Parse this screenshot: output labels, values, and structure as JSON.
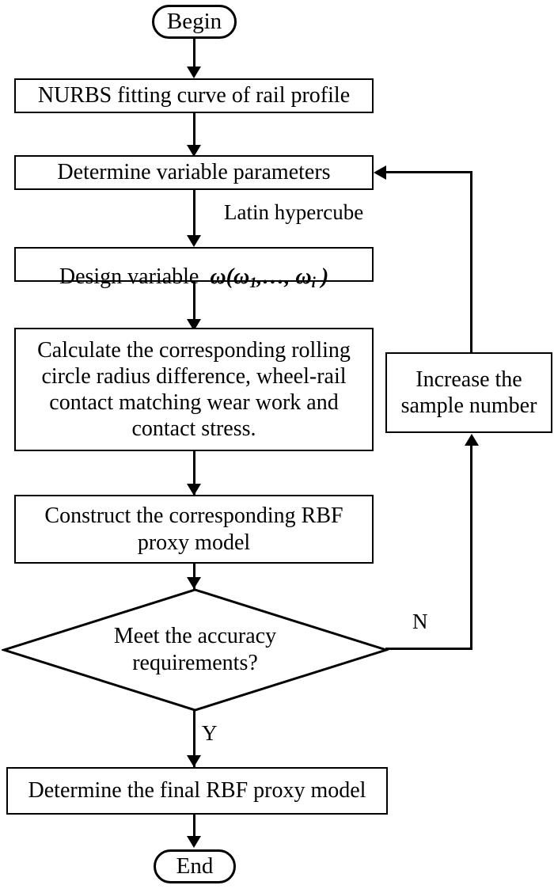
{
  "diagram": {
    "title": "RBF proxy model construction flowchart",
    "type": "flowchart",
    "stroke_color": "#000000",
    "fill_color": "#ffffff",
    "nodes": {
      "begin": {
        "label": "Begin",
        "shape": "terminal"
      },
      "nurbs": {
        "label": "NURBS fitting curve of rail profile",
        "shape": "process"
      },
      "determine_params": {
        "label": "Determine variable parameters",
        "shape": "process"
      },
      "design_variable": {
        "label_prefix": "Design variable",
        "label_math": "ω(ω1,…,ωi)",
        "shape": "process"
      },
      "calculate": {
        "label": "Calculate the corresponding rolling\ncircle radius difference, wheel-rail\ncontact matching wear work and\ncontact stress.",
        "shape": "process"
      },
      "construct_rbf": {
        "label": "Construct the corresponding RBF\nproxy model",
        "shape": "process"
      },
      "increase_sample": {
        "label": "Increase the\nsample number",
        "shape": "process"
      },
      "decision": {
        "label": "Meet the accuracy\nrequirements?",
        "shape": "decision"
      },
      "final_model": {
        "label": "Determine the final RBF proxy model",
        "shape": "process"
      },
      "end": {
        "label": "End",
        "shape": "terminal"
      }
    },
    "edge_labels": {
      "latin_hypercube": "Latin hypercube",
      "no_branch": "N",
      "yes_branch": "Y"
    }
  }
}
